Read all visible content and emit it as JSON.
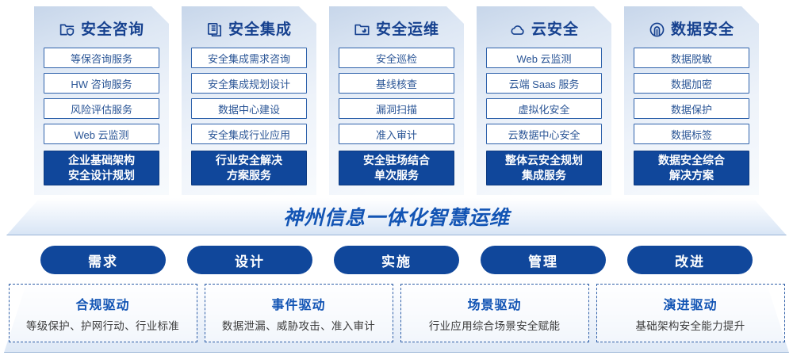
{
  "columns": [
    {
      "icon": "folder-shield-icon",
      "title": "安全咨询",
      "items": [
        "等保咨询服务",
        "HW 咨询服务",
        "风险评估服务",
        "Web 云监测"
      ],
      "highlight": "企业基础架构\n安全设计规划"
    },
    {
      "icon": "stacked-documents-icon",
      "title": "安全集成",
      "items": [
        "安全集成需求咨询",
        "安全集成规划设计",
        "数据中心建设",
        "安全集成行业应用"
      ],
      "highlight": "行业安全解决\n方案服务"
    },
    {
      "icon": "folder-chart-icon",
      "title": "安全运维",
      "items": [
        "安全巡检",
        "基线核查",
        "漏洞扫描",
        "准入审计"
      ],
      "highlight": "安全驻场结合\n单次服务"
    },
    {
      "icon": "cloud-icon",
      "title": "云安全",
      "items": [
        "Web 云监测",
        "云端 Saas 服务",
        "虚拟化安全",
        "云数据中心安全"
      ],
      "highlight": "整体云安全规划\n集成服务"
    },
    {
      "icon": "fingerprint-icon",
      "title": "数据安全",
      "items": [
        "数据脱敏",
        "数据加密",
        "数据保护",
        "数据标签"
      ],
      "highlight": "数据安全综合\n解决方案"
    }
  ],
  "banner": {
    "title": "神州信息一体化智慧运维"
  },
  "pills": [
    "需求",
    "设计",
    "实施",
    "管理",
    "改进"
  ],
  "drivers": [
    {
      "title": "合规驱动",
      "desc": "等级保护、护网行动、行业标准"
    },
    {
      "title": "事件驱动",
      "desc": "数据泄漏、威胁攻击、准入审计"
    },
    {
      "title": "场景驱动",
      "desc": "行业应用综合场景安全赋能"
    },
    {
      "title": "演进驱动",
      "desc": "基础架构安全能力提升"
    }
  ],
  "colors": {
    "brand_blue": "#10479b",
    "title_blue": "#16418f",
    "banner_blue": "#1254b4",
    "item_border": "#2f62ab",
    "item_text": "#2a5596"
  }
}
